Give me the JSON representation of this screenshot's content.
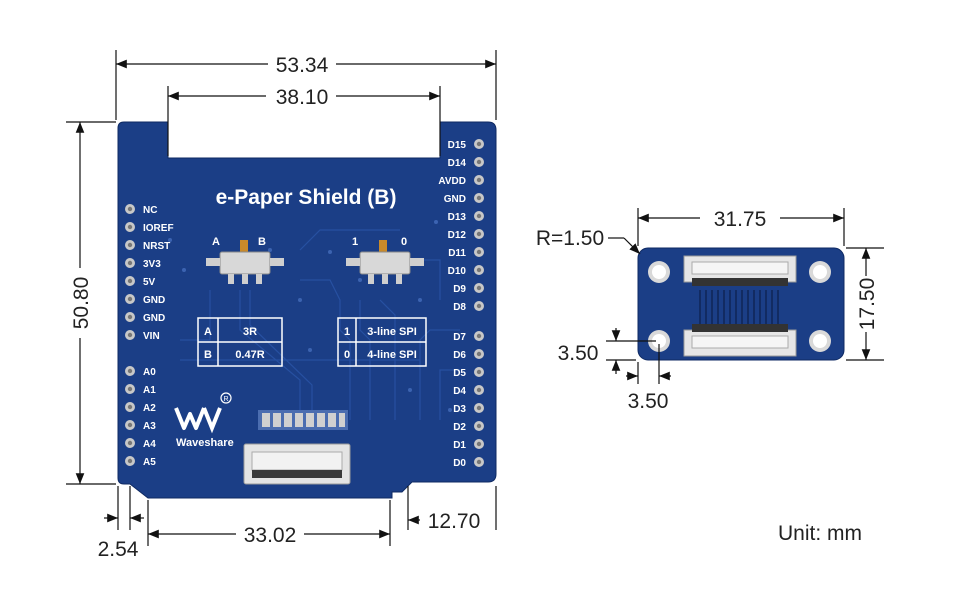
{
  "dimensions": {
    "shield_width": "53.34",
    "header_span": "38.10",
    "shield_height": "50.80",
    "bottom_offset": "2.54",
    "connector_span": "33.02",
    "right_offset": "12.70",
    "adapter_width": "31.75",
    "adapter_radius": "R=1.50",
    "adapter_height": "17.50",
    "hole_offset_y": "3.50",
    "hole_offset_x": "3.50"
  },
  "unit_label": "Unit: mm",
  "board": {
    "title": "e-Paper Shield (B)",
    "brand": "Waveshare",
    "left_pins": [
      "NC",
      "IOREF",
      "NRST",
      "3V3",
      "5V",
      "GND",
      "GND",
      "VIN",
      "A0",
      "A1",
      "A2",
      "A3",
      "A4",
      "A5"
    ],
    "right_pins": [
      "D15",
      "D14",
      "AVDD",
      "GND",
      "D13",
      "D12",
      "D11",
      "D10",
      "D9",
      "D8",
      "D7",
      "D6",
      "D5",
      "D4",
      "D3",
      "D2",
      "D1",
      "D0"
    ],
    "switch1": {
      "left": "A",
      "right": "B"
    },
    "switch2": {
      "left": "1",
      "right": "0"
    },
    "table1": [
      {
        "key": "A",
        "value": "3R"
      },
      {
        "key": "B",
        "value": "0.47R"
      }
    ],
    "table2": [
      {
        "key": "1",
        "value": "3-line SPI"
      },
      {
        "key": "0",
        "value": "4-line SPI"
      }
    ]
  },
  "colors": {
    "board": "#1b3e86",
    "board_dark": "#143272",
    "pad": "#d9d9d9",
    "dim_line": "#111111"
  }
}
